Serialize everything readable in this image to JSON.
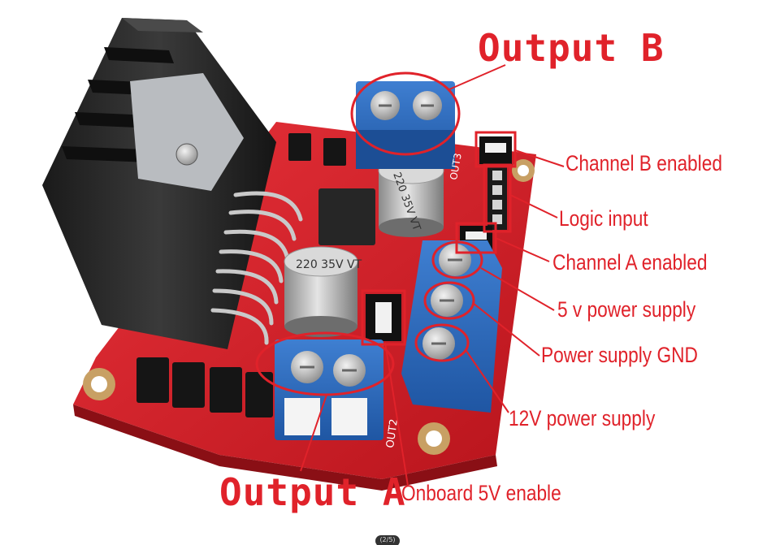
{
  "photo": {
    "subject": "L298N dual H-bridge motor driver board",
    "board_color": "#d81e27",
    "annotation_color": "#e0222a"
  },
  "labels": {
    "output_b": "Output B",
    "output_a": "Output A",
    "channel_b_enabled": "Channel B enabled",
    "logic_input": "Logic input",
    "channel_a_enabled": "Channel A enabled",
    "five_v_supply": "5 v power supply",
    "power_gnd": "Power supply GND",
    "twelve_v_supply": "12V power supply",
    "onboard_5v_enable": "Onboard 5V enable"
  },
  "pcb_text": {
    "out3": "OUT3",
    "out2": "OUT2",
    "cap1": "220 35V VT",
    "cap2": "220 35V VT"
  },
  "pager": {
    "text": "(2/5)"
  }
}
